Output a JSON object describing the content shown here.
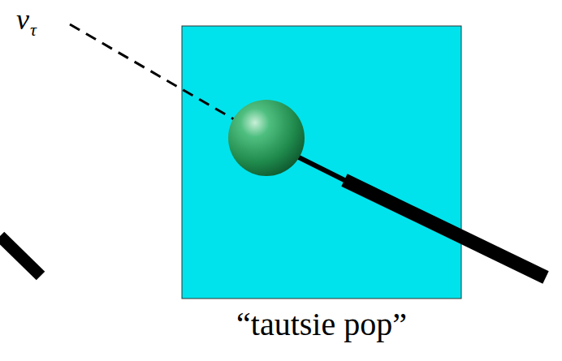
{
  "diagram": {
    "nodes": [
      {
        "text": [
          "“tautsie pop”"
        ]
      }
    ],
    "labels": [
      "ν",
      "τ"
    ]
  }
}
